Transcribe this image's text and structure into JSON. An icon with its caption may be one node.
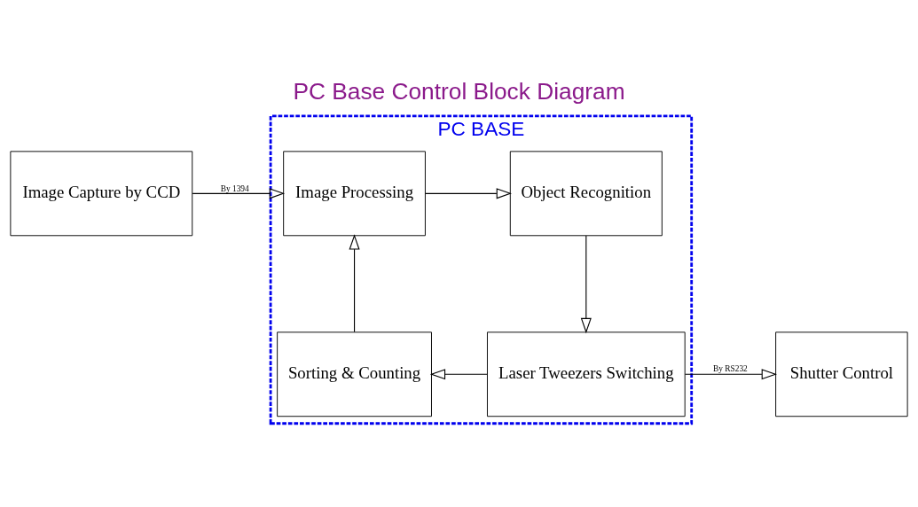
{
  "diagram": {
    "title": "PC Base Control Block Diagram",
    "nodes": [
      {
        "text": [
          "Image Capture by CCD"
        ]
      },
      {
        "text": [
          "PC BASE"
        ]
      },
      {
        "text": [
          "Image Processing"
        ],
        "in": 1
      },
      {
        "text": [
          "Object Recognition"
        ],
        "in": 1
      },
      {
        "text": [
          "Laser Tweezers Switching"
        ],
        "in": 1
      },
      {
        "text": [
          "Sorting & Counting"
        ],
        "in": 1
      },
      {
        "text": [
          "Shutter Control"
        ]
      }
    ],
    "edges": [
      {
        "from": 0,
        "to": 2,
        "arrow": "to",
        "label": "By 1394"
      },
      {
        "from": 2,
        "to": 3,
        "arrow": "to"
      },
      {
        "from": 3,
        "to": 4,
        "arrow": "to"
      },
      {
        "from": 4,
        "to": 5,
        "arrow": "to"
      },
      {
        "from": 5,
        "to": 2,
        "arrow": "to"
      },
      {
        "from": 4,
        "to": 6,
        "arrow": "to",
        "label": "By RS232"
      }
    ]
  }
}
